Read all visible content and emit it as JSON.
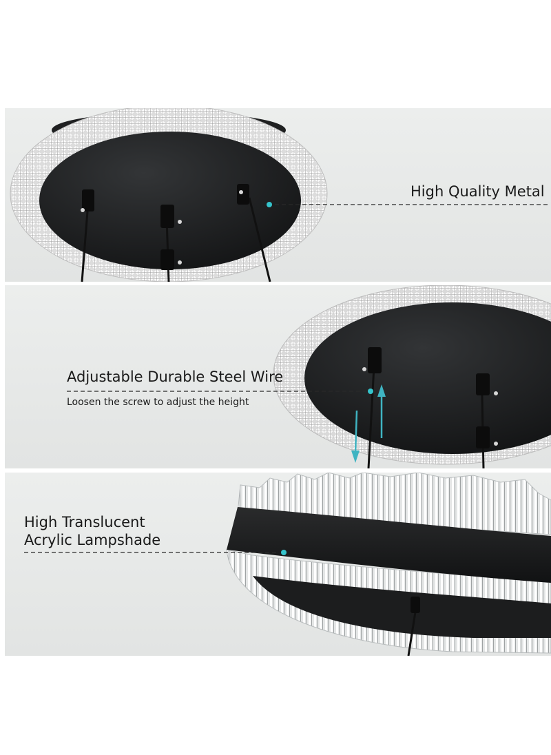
{
  "callouts": {
    "metal": {
      "title": "High Quality Metal"
    },
    "wire": {
      "title": "Adjustable Durable Steel Wire",
      "subtitle": "Loosen the screw to adjust the height"
    },
    "shade": {
      "title_line1": "High Translucent",
      "title_line2": "Acrylic Lampshade"
    }
  },
  "colors": {
    "panel_background": "#e6e8e7",
    "metal": "#1b1c1d",
    "callout_dot": "#35c4cc",
    "adjust_arrows": "#3fb4c2",
    "text": "#1a1a1a"
  },
  "icons": {
    "callout_marker": "dot",
    "adjust_arrows": "up-down-arrows"
  }
}
